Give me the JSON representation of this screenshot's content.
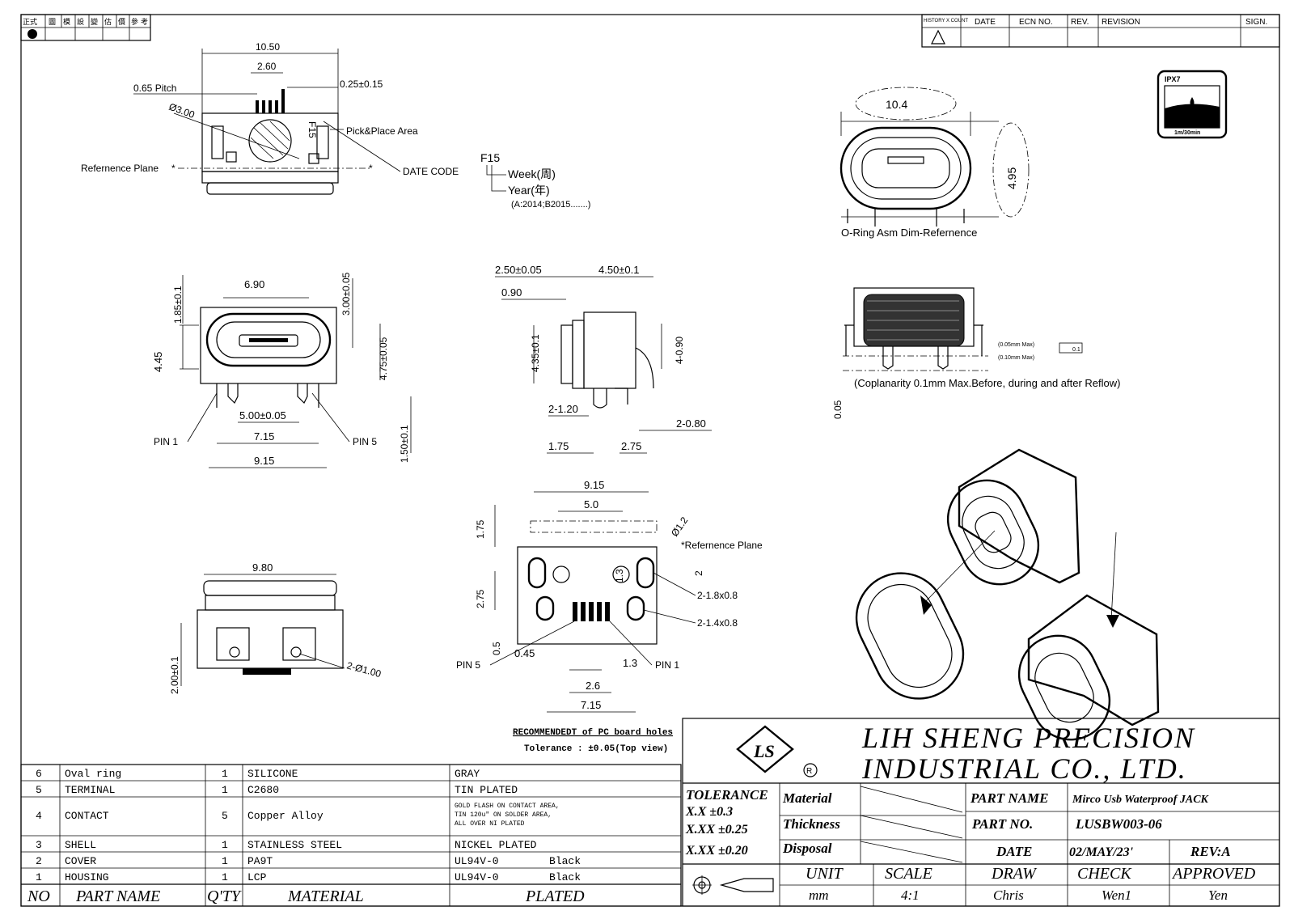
{
  "corner_box": {
    "cells": [
      "正式",
      "圖",
      "模",
      "設",
      "變",
      "估",
      "價",
      "參",
      "考"
    ]
  },
  "revision_header": {
    "history": "HISTORY X COUNT",
    "date": "DATE",
    "ecn": "ECN NO.",
    "rev": "REV.",
    "revision": "REVISION",
    "sign": "SIGN."
  },
  "ipx": {
    "rating": "IPX7",
    "depth": "1m/30min"
  },
  "top_view": {
    "dim_total": "10.50",
    "dim_inner": "2.60",
    "pitch": "0.65 Pitch",
    "pin_width": "0.25±0.15",
    "pick_diameter": "Ø3.00",
    "pick_place": "Pick&Place Area",
    "reference_plane": "Refernence Plane",
    "date_code_label": "DATE CODE",
    "date_code": "F15",
    "week": "Week(周)",
    "year": "Year(年)",
    "year_example": "(A:2014;B2015.......)"
  },
  "oring_view": {
    "width": "10.4",
    "height": "4.95",
    "caption": "O-Ring Asm Dim-Refernence"
  },
  "front_view": {
    "opening": "6.90",
    "top_offset": "1.85±0.1",
    "height": "4.45",
    "shell_height": "3.00±0.05",
    "body_height": "4.75±0.05",
    "pin_span": "5.00±0.05",
    "pad_span": "7.15",
    "total": "9.15",
    "lead": "1.50±0.1",
    "pin1": "PIN 1",
    "pin5": "PIN 5"
  },
  "side_view": {
    "a": "2.50±0.05",
    "b": "4.50±0.1",
    "c": "0.90",
    "d": "4.35±0.1",
    "e": "4-0.90",
    "f": "2-1.20",
    "g": "2-0.80",
    "h": "1.75",
    "i": "2.75"
  },
  "back_view": {
    "note": "(Coplanarity 0.1mm Max.Before, during and after Reflow)",
    "tol1": "(0.05mm Max)",
    "tol2": "(0.10mm Max)",
    "flat": "0.1",
    "offset": "0.05"
  },
  "bottom_view": {
    "width": "9.80",
    "height": "2.00±0.1",
    "holes": "2-Ø1.00"
  },
  "pcb_view": {
    "total": "9.15",
    "inner": "5.0",
    "dia": "Ø1.2",
    "ref": "*Refernence Plane",
    "v1": "1.75",
    "v2": "2.75",
    "v3": "0.5",
    "h1": "1.3",
    "h2": "2",
    "slot1": "2-1.8x0.8",
    "slot2": "2-1.4x0.8",
    "pin5": "PIN 5",
    "pin1": "PIN 1",
    "d045": "0.45",
    "d13": "1.3",
    "d26": "2.6",
    "d715": "7.15",
    "title": "RECOMMENDEDT of PC board holes",
    "tolerance": "Tolerance : ±0.05(Top view)"
  },
  "company": {
    "line1": "LIH SHENG PRECISION",
    "line2": "INDUSTRIAL CO., LTD.",
    "logo": "LS"
  },
  "bom_header": [
    "NO",
    "PART NAME",
    "Q'TY",
    "MATERIAL",
    "PLATED"
  ],
  "bom": [
    {
      "no": "6",
      "part": "Oval ring",
      "qty": "1",
      "material": "SILICONE",
      "plated": "GRAY"
    },
    {
      "no": "5",
      "part": "TERMINAL",
      "qty": "1",
      "material": "C2680",
      "plated": "TIN PLATED"
    },
    {
      "no": "4",
      "part": "CONTACT",
      "qty": "5",
      "material": "Copper Alloy",
      "plated": "GOLD FLASH ON CONTACT AREA, TIN 120u\" ON SOLDER AREA, ALL OVER NI PLATED"
    },
    {
      "no": "3",
      "part": "SHELL",
      "qty": "1",
      "material": "STAINLESS STEEL",
      "plated": "NICKEL PLATED"
    },
    {
      "no": "2",
      "part": "COVER",
      "qty": "1",
      "material": "PA9T",
      "plated": "UL94V-0        Black"
    },
    {
      "no": "1",
      "part": "HOUSING",
      "qty": "1",
      "material": "LCP",
      "plated": "UL94V-0        Black"
    }
  ],
  "title_block": {
    "tolerance": "TOLERANCE",
    "tol1": "X.X   ±0.3",
    "tol2": "X.XX ±0.25",
    "tol3": "X.XX ±0.20",
    "material_label": "Material",
    "thickness_label": "Thickness",
    "disposal_label": "Disposal",
    "part_name_label": "PART NAME",
    "part_name": "Mirco Usb Waterproof JACK",
    "part_no_label": "PART NO.",
    "part_no": "LUSBW003-06",
    "date_label": "DATE",
    "date": "02/MAY/23'",
    "rev": "REV:A",
    "unit_label": "UNIT",
    "unit": "mm",
    "scale_label": "SCALE",
    "scale": "4:1",
    "draw_label": "DRAW",
    "draw": "Chris",
    "check_label": "CHECK",
    "check": "Wen1",
    "approved_label": "APPROVED",
    "approved": "Yen"
  }
}
